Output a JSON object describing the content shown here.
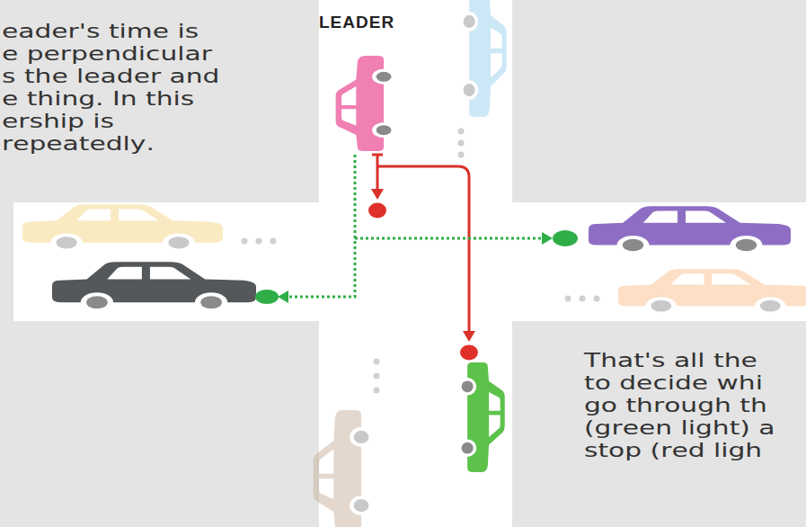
{
  "diagram": {
    "labels": [
      "LEADER",
      "eader's time is e perpendicular s the leader and e thing. In this ership is repeatedly.",
      "That's all the to decide whi go through th (green light) a stop (red ligh"
    ]
  }
}
